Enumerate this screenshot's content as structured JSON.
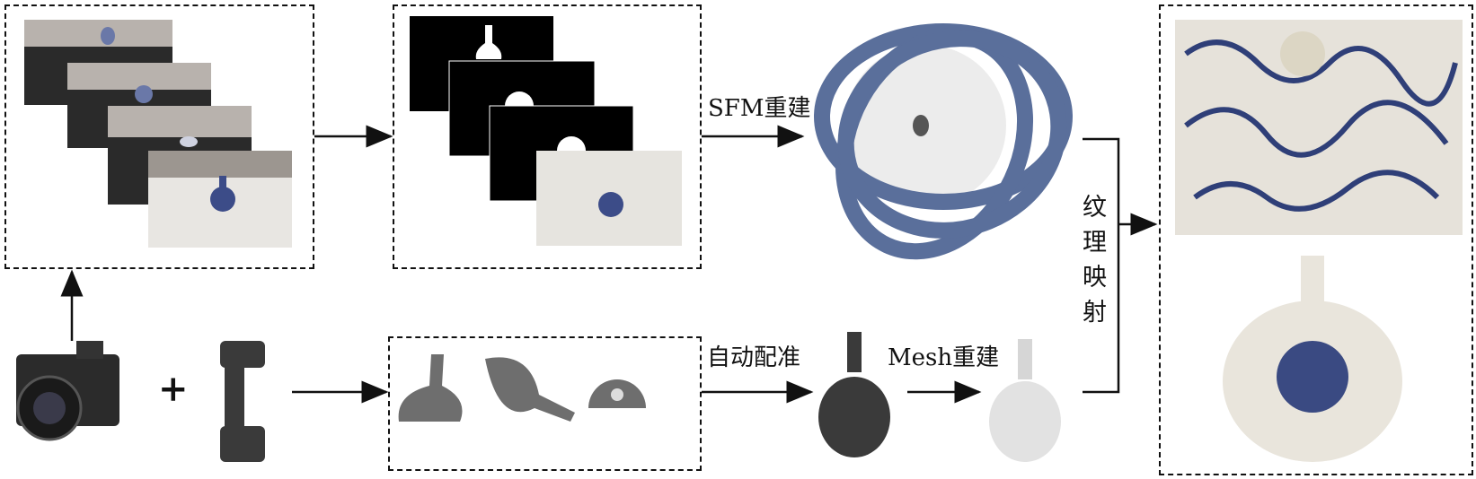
{
  "labels": {
    "sfm": "SFM重建",
    "texture_mapping": "纹理映射",
    "auto_registration": "自动配准",
    "mesh": "Mesh重建",
    "plus": "+"
  },
  "colors": {
    "point_cloud": "#5a6f9b",
    "line": "#111111",
    "porcelain_blue": "#2f3f78"
  }
}
